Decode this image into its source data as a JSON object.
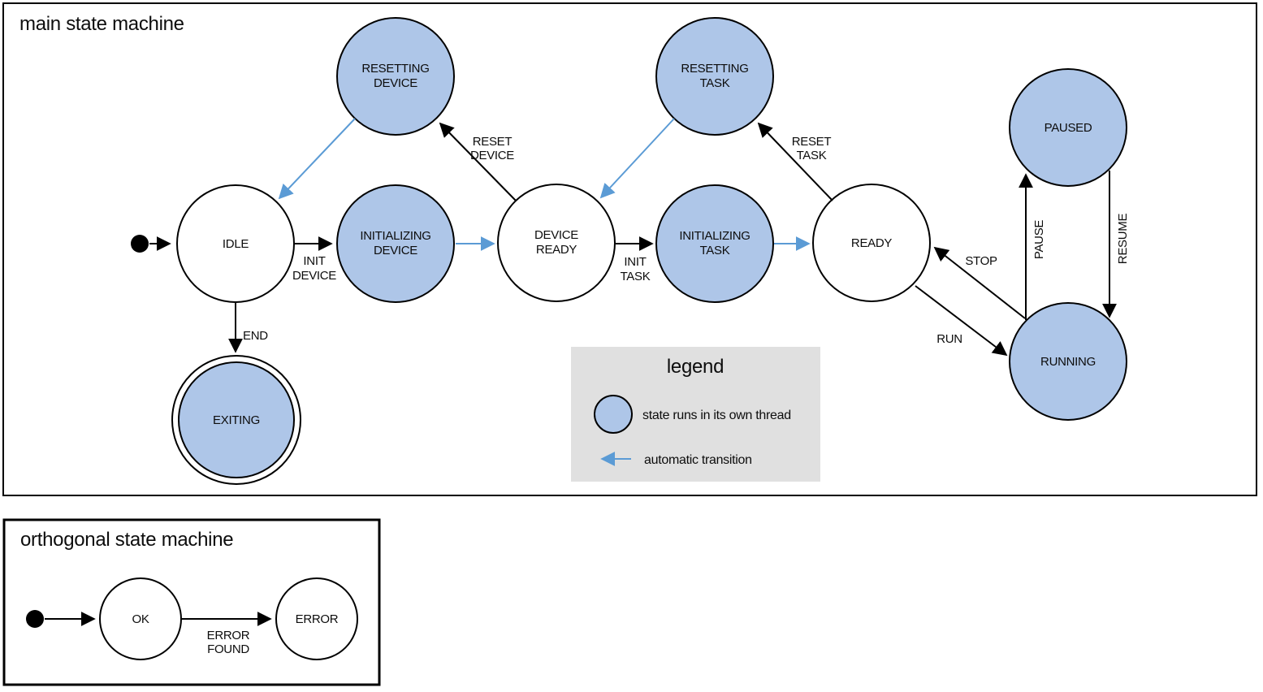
{
  "colors": {
    "thread_state_fill": "#aec6e8",
    "automatic_transition": "#5b9bd5",
    "state_stroke": "#000000",
    "legend_bg": "#e0e0e0"
  },
  "main": {
    "title": "main state machine",
    "states": {
      "resetting_device": {
        "line1": "RESETTING",
        "line2": "DEVICE"
      },
      "resetting_task": {
        "line1": "RESETTING",
        "line2": "TASK"
      },
      "paused": {
        "label": "PAUSED"
      },
      "idle": {
        "label": "IDLE"
      },
      "initializing_device": {
        "line1": "INITIALIZING",
        "line2": "DEVICE"
      },
      "device_ready": {
        "line1": "DEVICE",
        "line2": "READY"
      },
      "initializing_task": {
        "line1": "INITIALIZING",
        "line2": "TASK"
      },
      "ready": {
        "label": "READY"
      },
      "running": {
        "label": "RUNNING"
      },
      "exiting": {
        "label": "EXITING"
      }
    },
    "transitions": {
      "init_device": {
        "line1": "INIT",
        "line2": "DEVICE"
      },
      "reset_device": {
        "line1": "RESET",
        "line2": "DEVICE"
      },
      "init_task": {
        "line1": "INIT",
        "line2": "TASK"
      },
      "reset_task": {
        "line1": "RESET",
        "line2": "TASK"
      },
      "end": "END",
      "run": "RUN",
      "stop": "STOP",
      "pause": "PAUSE",
      "resume": "RESUME"
    },
    "legend": {
      "title": "legend",
      "thread_state": "state runs in its own thread",
      "automatic": "automatic transition"
    }
  },
  "orthogonal": {
    "title": "orthogonal state machine",
    "states": {
      "ok": "OK",
      "error": "ERROR"
    },
    "transitions": {
      "error_found": {
        "line1": "ERROR",
        "line2": "FOUND"
      }
    }
  }
}
